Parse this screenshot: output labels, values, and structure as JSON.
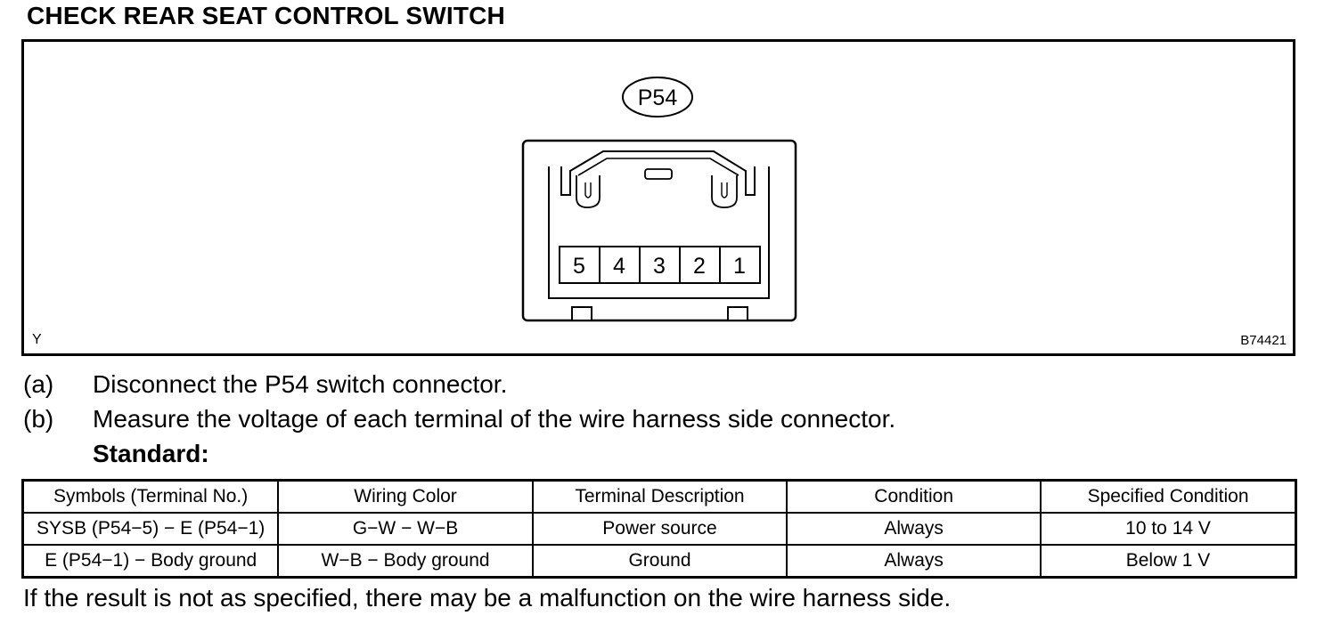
{
  "title": "CHECK REAR SEAT CONTROL SWITCH",
  "figure": {
    "connector_label": "P54",
    "terminals": [
      "5",
      "4",
      "3",
      "2",
      "1"
    ],
    "left_code": "Y",
    "right_code": "B74421"
  },
  "steps": [
    {
      "label": "(a)",
      "text": "Disconnect the P54 switch connector."
    },
    {
      "label": "(b)",
      "text": "Measure the voltage of each terminal of the wire harness side connector."
    }
  ],
  "standard_label": "Standard:",
  "table": {
    "headers": [
      "Symbols (Terminal No.)",
      "Wiring Color",
      "Terminal Description",
      "Condition",
      "Specified Condition"
    ],
    "rows": [
      [
        "SYSB (P54−5) − E (P54−1)",
        "G−W − W−B",
        "Power source",
        "Always",
        "10 to 14 V"
      ],
      [
        "E (P54−1) − Body ground",
        "W−B − Body ground",
        "Ground",
        "Always",
        "Below 1 V"
      ]
    ]
  },
  "note": "If the result is not as specified, there may be a malfunction on the wire harness side."
}
